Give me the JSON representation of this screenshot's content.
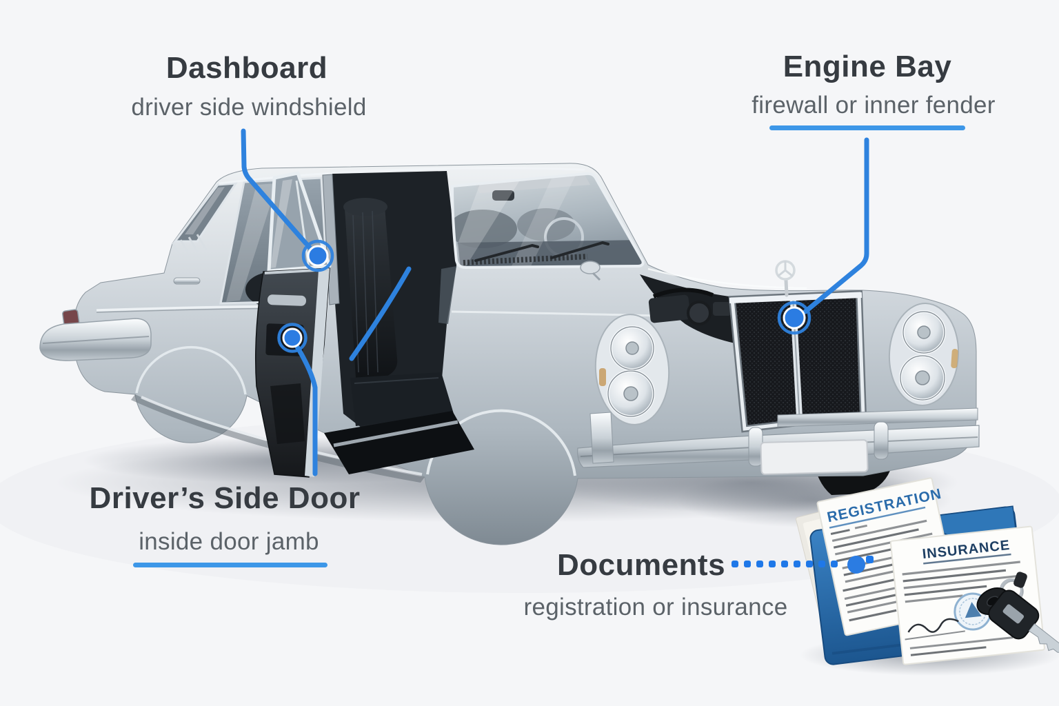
{
  "page": {
    "background": "#f5f6f8"
  },
  "palette": {
    "connector_blue": "#2e82de",
    "underline_blue": "#3d97e8",
    "marker_blue": "#2b7ce2",
    "dotted_blue": "#1f78e8",
    "title_color": "#363b41",
    "subtitle_color": "#5b6268",
    "car_silver": "#c6cdd3",
    "folder_blue": "#2a6fae"
  },
  "callouts": {
    "dashboard": {
      "title": "Dashboard",
      "subtitle": "driver side windshield"
    },
    "engine_bay": {
      "title": "Engine Bay",
      "subtitle": "firewall or inner fender"
    },
    "drivers_side_door": {
      "title": "Driver’s Side Door",
      "subtitle": "inside door jamb"
    },
    "documents": {
      "title": "Documents",
      "subtitle": "registration or insurance"
    }
  },
  "documents_graphic": {
    "registration_title": "REGISTRATION",
    "insurance_title": "INSURANCE"
  }
}
